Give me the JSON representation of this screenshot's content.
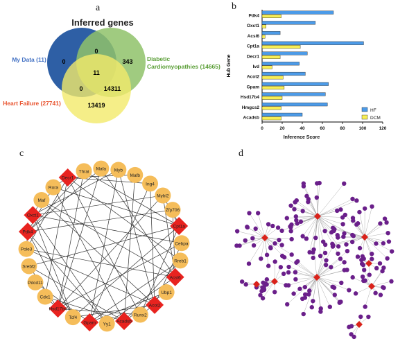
{
  "panels": {
    "a": "a",
    "b": "b",
    "c": "c",
    "d": "d"
  },
  "venn": {
    "title": "Inferred genes",
    "set_a": {
      "label": "My Data (11)",
      "color": "#2e5fa5"
    },
    "set_b": {
      "label_line1": "Diabetic",
      "label_line2": "Cardiomyopathies (14665)",
      "color": "#8fc26a"
    },
    "set_c": {
      "label": "Heart Failure (27741)",
      "color": "#f2ea6a"
    },
    "counts": {
      "a_only": "0",
      "ab": "0",
      "b_only": "343",
      "abc": "11",
      "ac": "0",
      "bc": "14311",
      "c_only": "13419"
    },
    "label_colors": {
      "a": "#4472c4",
      "b": "#5a9e36",
      "c": "#e8512c"
    }
  },
  "chart_data": {
    "type": "bar",
    "orientation": "horizontal",
    "categories": [
      "Pdk4",
      "Oxct1",
      "Acsl6",
      "Cpt1a",
      "Decr1",
      "Ivd",
      "Acot2",
      "Gpam",
      "Hsd17b4",
      "Hmgcs2",
      "Acadsb"
    ],
    "series": [
      {
        "name": "HF",
        "color": "#4c9be8",
        "values": [
          71,
          53,
          18,
          101,
          45,
          37,
          43,
          66,
          63,
          65,
          40
        ]
      },
      {
        "name": "DCM",
        "color": "#f7ee55",
        "values": [
          19,
          4,
          3,
          38,
          18,
          10,
          21,
          22,
          20,
          19,
          19
        ]
      }
    ],
    "xlabel": "Inference Score",
    "ylabel": "Hub Gene",
    "xlim": [
      0,
      120
    ],
    "xticks": [
      "0",
      "20",
      "40",
      "60",
      "80",
      "100",
      "120"
    ],
    "legend_position": "bottom-right"
  },
  "network": {
    "nodes": [
      {
        "label": "Thrai",
        "shape": "circle"
      },
      {
        "label": "Mafa",
        "shape": "circle"
      },
      {
        "label": "Myb",
        "shape": "circle"
      },
      {
        "label": "Mafb",
        "shape": "circle"
      },
      {
        "label": "Ing4",
        "shape": "circle"
      },
      {
        "label": "Mybl2",
        "shape": "circle"
      },
      {
        "label": "Zfp706",
        "shape": "circle"
      },
      {
        "label": "Cpt1a",
        "shape": "diamond"
      },
      {
        "label": "Cebpa",
        "shape": "circle"
      },
      {
        "label": "Rreb1",
        "shape": "circle"
      },
      {
        "label": "Acsl6",
        "shape": "diamond"
      },
      {
        "label": "Ubp1",
        "shape": "circle"
      },
      {
        "label": "Acot2",
        "shape": "diamond"
      },
      {
        "label": "Runx2",
        "shape": "circle"
      },
      {
        "label": "Acadsb",
        "shape": "diamond"
      },
      {
        "label": "Yy1",
        "shape": "circle"
      },
      {
        "label": "Gpam",
        "shape": "diamond"
      },
      {
        "label": "Tcf4",
        "shape": "circle"
      },
      {
        "label": "Hsd17b4",
        "shape": "diamond"
      },
      {
        "label": "Cdx1",
        "shape": "circle"
      },
      {
        "label": "Pdcd11",
        "shape": "circle"
      },
      {
        "label": "Srebf2",
        "shape": "circle"
      },
      {
        "label": "Pole3",
        "shape": "circle"
      },
      {
        "label": "Pdk4",
        "shape": "diamond"
      },
      {
        "label": "Oxct1",
        "shape": "diamond"
      },
      {
        "label": "Maf",
        "shape": "circle"
      },
      {
        "label": "Rora",
        "shape": "circle"
      },
      {
        "label": "Decr1",
        "shape": "diamond"
      }
    ],
    "colors": {
      "tf": "#f5bd5a",
      "gene": "#e8231f",
      "edge": "#333333"
    }
  },
  "cluster_network": {
    "colors": {
      "leaf": "#6a1f8a",
      "hub": "#d9221a",
      "edge": "#9a9a9a"
    }
  }
}
